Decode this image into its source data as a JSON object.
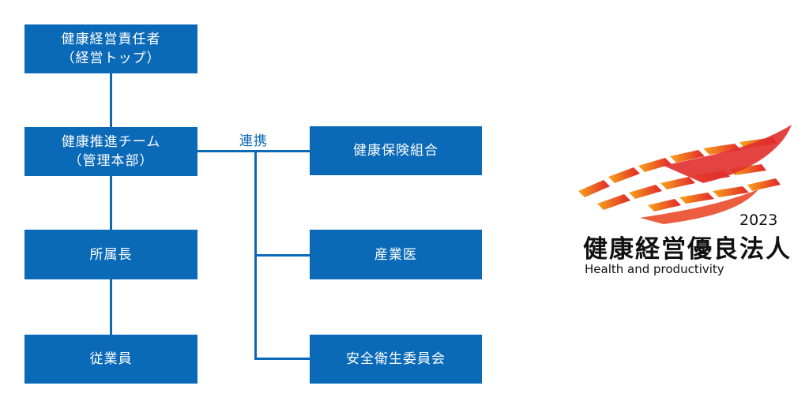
{
  "org_chart": {
    "top": "健康経営責任者\n（経営トップ）",
    "team": "健康推進チーム\n（管理本部）",
    "manager": "所属長",
    "employees": "従業員",
    "link_label": "連携",
    "partners": [
      "健康保険組合",
      "産業医",
      "安全衛生委員会"
    ]
  },
  "certification": {
    "year": "2023",
    "title": "健康経営優良法人",
    "subtitle": "Health and productivity"
  },
  "colors": {
    "box": "#0b6ab8",
    "logo_red": "#e0302c",
    "logo_orange": "#f39a1e"
  }
}
